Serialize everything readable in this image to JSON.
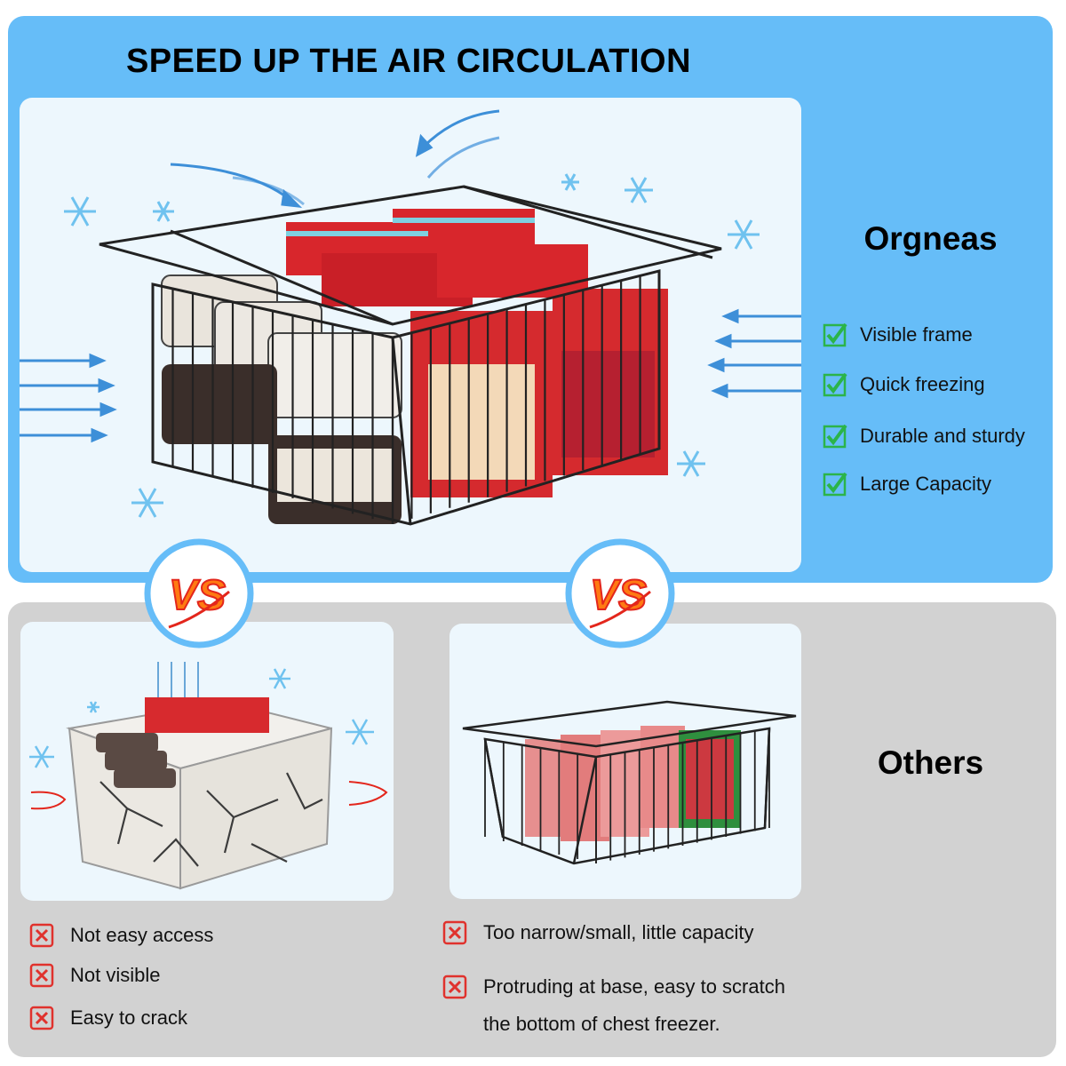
{
  "headline": "SPEED UP THE AIR CIRCULATION",
  "brand": {
    "name": "Orgneas",
    "features": [
      "Visible frame",
      "Quick freezing",
      "Durable and sturdy",
      "Large Capacity"
    ]
  },
  "vs_label": "VS",
  "others": {
    "name": "Others",
    "left_cons": [
      "Not easy access",
      "Not visible",
      "Easy to crack"
    ],
    "right_cons": [
      "Too narrow/small, little capacity",
      "Protruding at base, easy to scratch",
      "the bottom of chest freezer."
    ]
  },
  "icons": {
    "feature_icon": "green-check-icon",
    "con_icon": "red-x-icon",
    "decoration": [
      "snowflake-icon",
      "airflow-arrow-icon"
    ]
  },
  "colors": {
    "top_panel": "#66bdf8",
    "bottom_panel": "#d2d2d2",
    "check": "#2bb44a",
    "cross": "#e0322d",
    "vs_orange": "#ff7a12",
    "vs_red": "#e3261c"
  }
}
